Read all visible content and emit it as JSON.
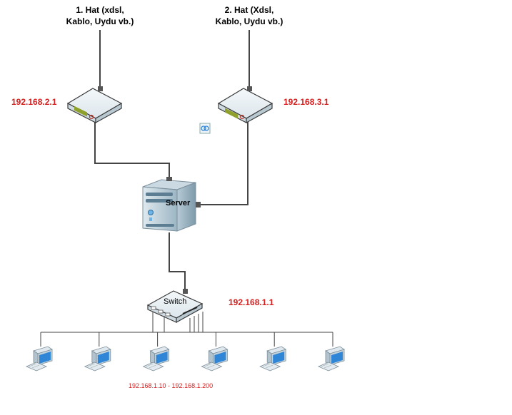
{
  "line1": {
    "title": "1. Hat (xdsl,",
    "subtitle": "Kablo, Uydu vb.)"
  },
  "line2": {
    "title": "2. Hat (Xdsl,",
    "subtitle": "Kablo, Uydu vb.)"
  },
  "modem1": {
    "ip": "192.168.2.1"
  },
  "modem2": {
    "ip": "192.168.3.1"
  },
  "server": {
    "label": "Server"
  },
  "switch": {
    "label": "Switch",
    "ip": "192.168.1.1"
  },
  "clients": {
    "count": 6,
    "ip_range": "192.168.1.10 - 192.168.1.200"
  },
  "colors": {
    "ip_text": "#d62020",
    "wire": "#444444",
    "device": "#e9f0f4",
    "screen": "#2f86d6"
  }
}
